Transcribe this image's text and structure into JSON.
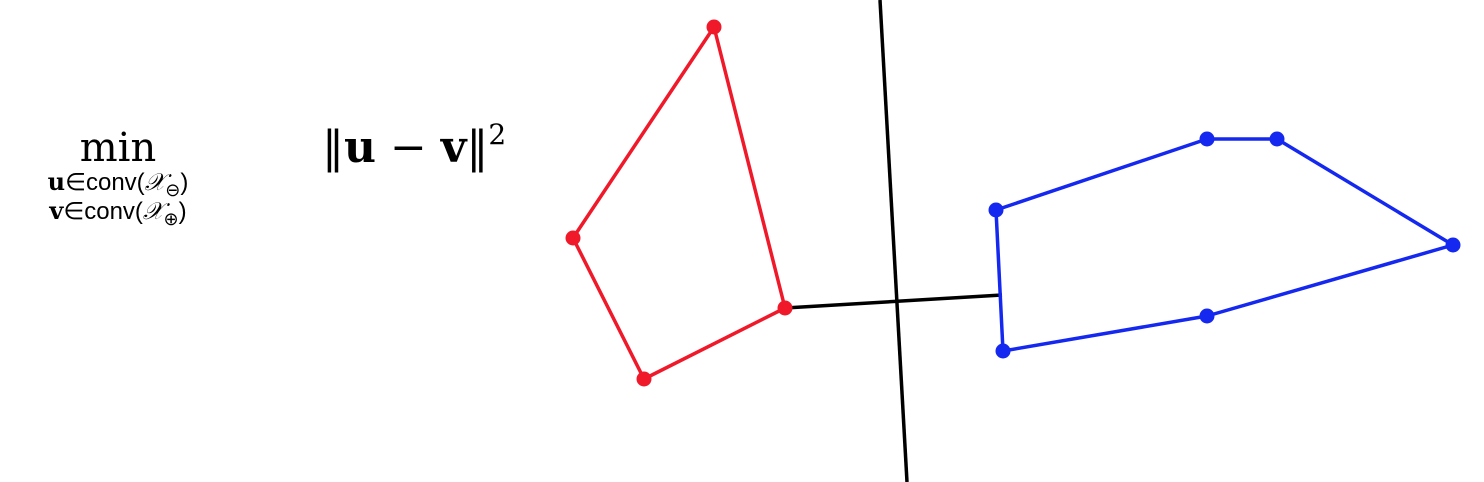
{
  "formula": {
    "operator": "min",
    "constraint_u": {
      "var": "u",
      "rel": "∈conv(",
      "set": "𝒳",
      "subscript": "⊖",
      "close": ")"
    },
    "constraint_v": {
      "var": "v",
      "rel": "∈conv(",
      "set": "𝒳",
      "subscript": "⊕",
      "close": ")"
    },
    "objective": {
      "open": "‖",
      "u": "u",
      "minus": " − ",
      "v": "v",
      "close": "‖",
      "exponent": "2"
    }
  },
  "colors": {
    "negative_hull": "#f0192a",
    "positive_hull": "#1428f0",
    "separator": "#000000"
  }
}
